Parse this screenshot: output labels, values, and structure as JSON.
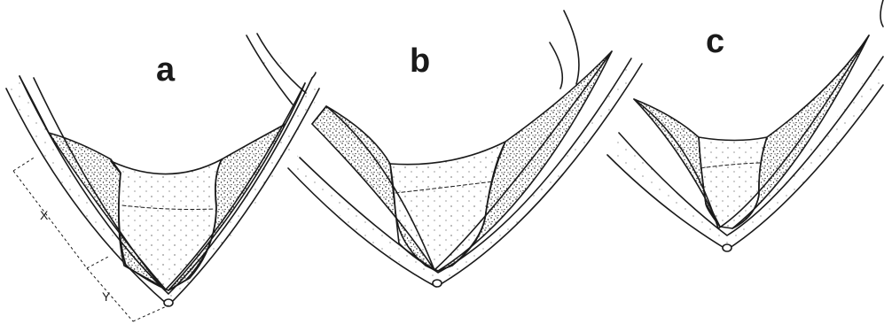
{
  "panels": [
    {
      "id": "a",
      "label": "a"
    },
    {
      "id": "b",
      "label": "b"
    },
    {
      "id": "c",
      "label": "c"
    }
  ],
  "measurements": {
    "x_label": "X",
    "y_label": "Y"
  },
  "colors": {
    "ink": "#1a1a1a",
    "background": "#ffffff"
  }
}
